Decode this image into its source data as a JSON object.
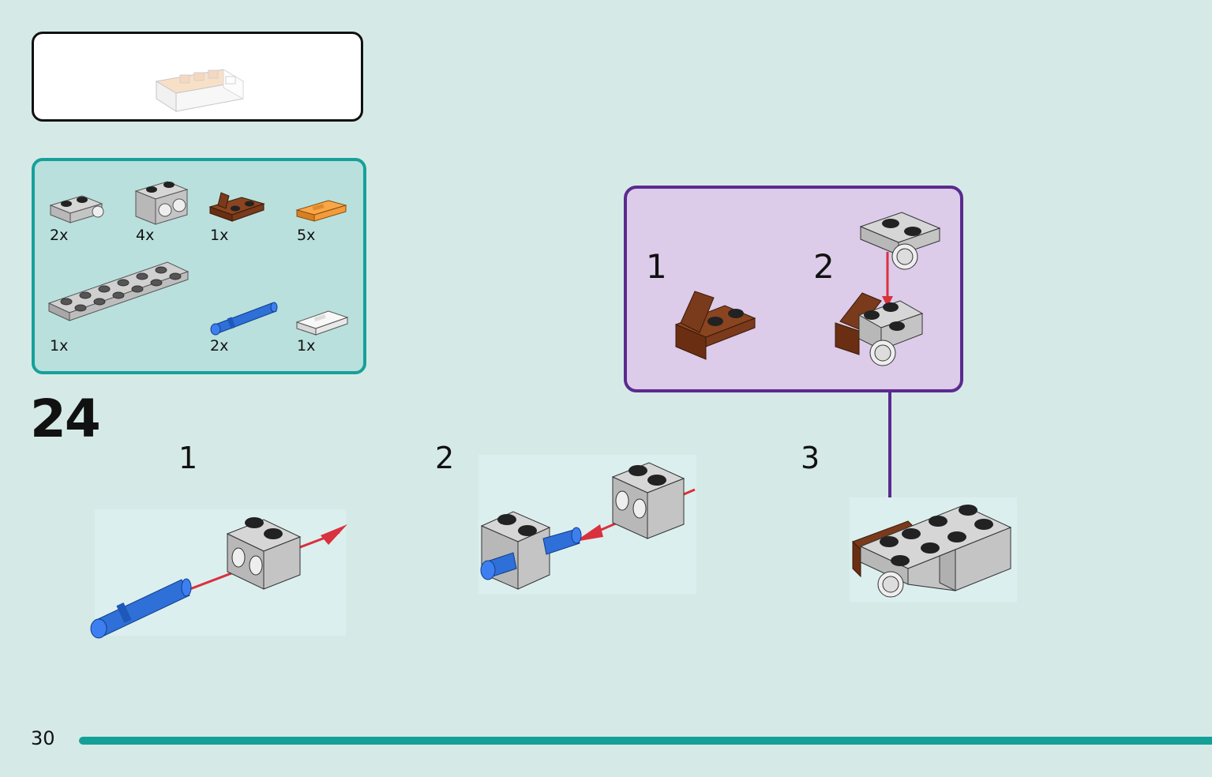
{
  "page": {
    "number": "30"
  },
  "step": {
    "number": "24"
  },
  "parts_list": [
    {
      "qty": "2x",
      "part": "gray-technic-brick-1x2-with-pin-hole"
    },
    {
      "qty": "4x",
      "part": "gray-technic-brick-1x2-with-two-holes"
    },
    {
      "qty": "1x",
      "part": "brown-bracket-1x2"
    },
    {
      "qty": "5x",
      "part": "orange-tile-1x2"
    },
    {
      "qty": "1x",
      "part": "gray-plate-2x6"
    },
    {
      "qty": "2x",
      "part": "blue-technic-pin-long"
    },
    {
      "qty": "1x",
      "part": "white-tile-1x2"
    }
  ],
  "substeps": [
    {
      "number": "1"
    },
    {
      "number": "2"
    },
    {
      "number": "3"
    }
  ],
  "sub_assembly": [
    {
      "number": "1"
    },
    {
      "number": "2"
    }
  ],
  "colors": {
    "background": "#d5eae7",
    "parts_border": "#17a09a",
    "sub_assembly_border": "#5b2a8f",
    "arrow_red": "#d9313d",
    "pin_blue": "#2f6fd8",
    "brick_gray": "#c8c8c8",
    "brick_brown": "#7a3a1c",
    "tile_orange": "#f39a3a"
  }
}
